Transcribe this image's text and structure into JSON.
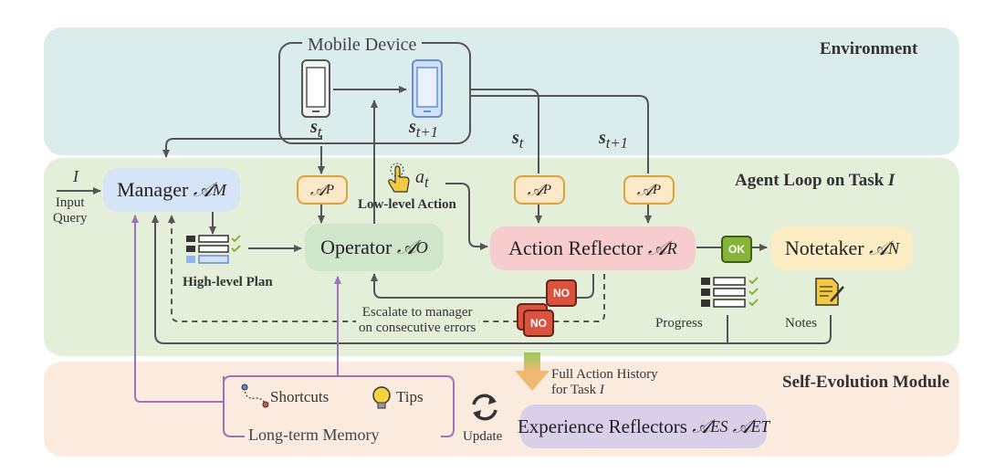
{
  "regions": {
    "environment": "Environment",
    "agent_loop": "Agent Loop on Task",
    "agent_loop_symbol": "I",
    "self_evolution": "Self-Evolution Module"
  },
  "mobile_device": {
    "label": "Mobile Device",
    "state_t": "s",
    "state_t_sub": "t",
    "state_t1": "s",
    "state_t1_sub": "t+1"
  },
  "input": {
    "symbol": "I",
    "label_line1": "Input",
    "label_line2": "Query"
  },
  "manager": {
    "label": "Manager",
    "symbol": "𝒜",
    "sub": "M"
  },
  "operator": {
    "label": "Operator",
    "symbol": "𝒜",
    "sub": "O"
  },
  "action_reflector": {
    "label": "Action Reflector",
    "symbol": "𝒜",
    "sub": "R"
  },
  "notetaker": {
    "label": "Notetaker",
    "symbol": "𝒜",
    "sub": "N"
  },
  "perceptor": {
    "symbol": "𝒜",
    "sub": "P"
  },
  "labels": {
    "high_level_plan": "High-level Plan",
    "low_level_action": "Low-level Action",
    "action_symbol": "a",
    "action_sub": "t",
    "state_right_t": "s",
    "state_right_t_sub": "t",
    "state_right_t1": "s",
    "state_right_t1_sub": "t+1",
    "escalate_line1": "Escalate to manager",
    "escalate_line2": "on consecutive errors",
    "progress": "Progress",
    "notes": "Notes",
    "no": "NO",
    "ok": "OK"
  },
  "memory": {
    "shortcuts": "Shortcuts",
    "tips": "Tips",
    "title": "Long-term Memory"
  },
  "history": {
    "line1": "Full Action History",
    "line2": "for Task",
    "symbol": "I"
  },
  "update": "Update",
  "experience_reflectors": {
    "label": "Experience Reflectors",
    "symbol1": "𝒜",
    "sub1": "ES",
    "symbol2": "𝒜",
    "sub2": "ET"
  },
  "colors": {
    "environment_bg": "#daecec",
    "agent_bg": "#e3efd9",
    "evolution_bg": "#fbebde",
    "manager": "#d6e4f7",
    "operator": "#cfe6cb",
    "action_reflector": "#f7cccc",
    "notetaker": "#fcecc4",
    "experience": "#d9cfe8",
    "memory_border": "#9b74b8",
    "arrow": "#555555"
  }
}
